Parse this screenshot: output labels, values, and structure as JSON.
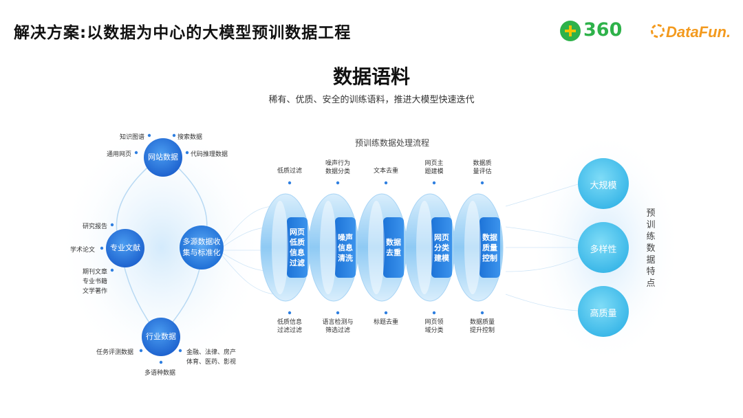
{
  "header": {
    "slide_title": "解决方案:以数据为中心的大模型预训数据工程",
    "logo_360_text": "360",
    "logo_datafun_text": "DataFun."
  },
  "main": {
    "title": "数据语料",
    "subtitle": "稀有、优质、安全的训练语料，推进大模型快速迭代"
  },
  "sources": {
    "center": "多源数据收集与标准化",
    "web": {
      "label": "网站数据",
      "items": [
        "知识图谱",
        "搜索数据",
        "通用网页",
        "代码推理数据"
      ]
    },
    "pro": {
      "label": "专业文献",
      "items": [
        "研究报告",
        "学术论文",
        "期刊文章",
        "专业书籍",
        "文学著作"
      ]
    },
    "industry": {
      "label": "行业数据",
      "items": [
        "任务评测数据",
        "金融、法律、房产",
        "体育、医药、影视",
        "多语种数据"
      ]
    }
  },
  "process": {
    "title": "预训练数据处理流程",
    "rings": [
      {
        "label": "网页低质信息过滤",
        "top": "低质过滤",
        "bottom": "低质信息过滤过滤"
      },
      {
        "label": "噪声信息清洗",
        "top": "噪声行为数据分类",
        "bottom": "语言检测与筛选过滤"
      },
      {
        "label": "数据去重",
        "top": "文本去重",
        "bottom": "标题去重"
      },
      {
        "label": "网页分类建模",
        "top": "网页主题建模",
        "bottom": "网页领域分类"
      },
      {
        "label": "数据质量控制",
        "top": "数据质量评估",
        "bottom": "数据质量提升控制"
      }
    ]
  },
  "features": {
    "vertical_label": "预训练数据特点",
    "items": [
      "大规模",
      "多样性",
      "高质量"
    ]
  },
  "colors": {
    "primary_blue": "#2f7fe0",
    "light_blue": "#4fc3ec",
    "ring_blue": "#7cc4f2",
    "accent_green": "#2eb24a",
    "accent_orange": "#f39a1e"
  }
}
